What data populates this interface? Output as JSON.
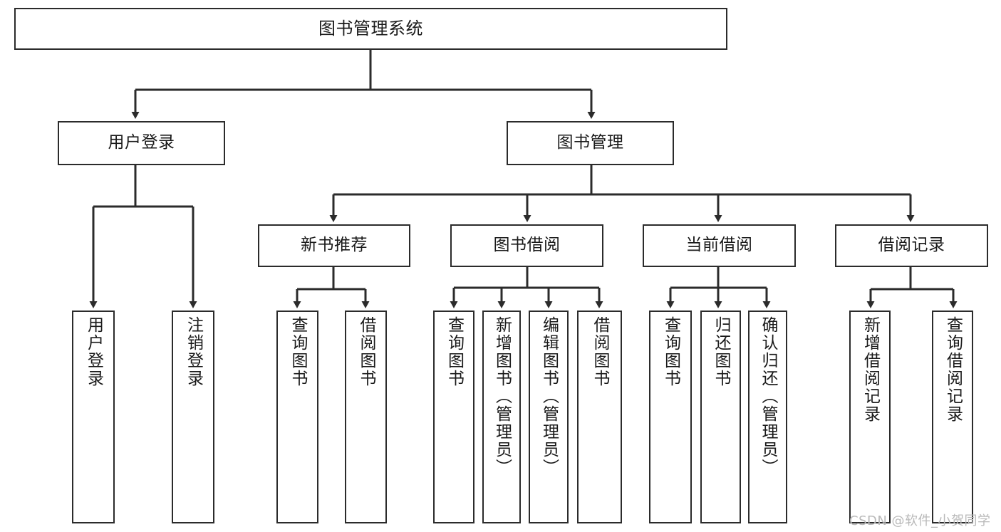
{
  "diagram": {
    "title": "图书管理系统",
    "type": "tree-hierarchy-diagram",
    "root": {
      "label": "图书管理系统"
    },
    "level2": [
      {
        "label": "用户登录"
      },
      {
        "label": "图书管理"
      }
    ],
    "level3": [
      {
        "label": "新书推荐"
      },
      {
        "label": "图书借阅"
      },
      {
        "label": "当前借阅"
      },
      {
        "label": "借阅记录"
      }
    ],
    "leaves": {
      "user_login": [
        {
          "label": "用户登录"
        },
        {
          "label": "注销登录"
        }
      ],
      "new_book_recommend": [
        {
          "label": "查询图书"
        },
        {
          "label": "借阅图书"
        }
      ],
      "book_borrow": [
        {
          "label": "查询图书"
        },
        {
          "label": "新增图书（管理员）"
        },
        {
          "label": "编辑图书（管理员）"
        },
        {
          "label": "借阅图书"
        }
      ],
      "current_borrow": [
        {
          "label": "查询图书"
        },
        {
          "label": "归还图书"
        },
        {
          "label": "确认归还（管理员）"
        }
      ],
      "borrow_record": [
        {
          "label": "新增借阅记录"
        },
        {
          "label": "查询借阅记录"
        }
      ]
    }
  },
  "watermark": {
    "text": "CSDN @软件_小贺同学"
  },
  "colors": {
    "border": "#2b2b2b",
    "background": "#ffffff",
    "text": "#1a1a1a",
    "watermark": "#b9b9b9"
  }
}
